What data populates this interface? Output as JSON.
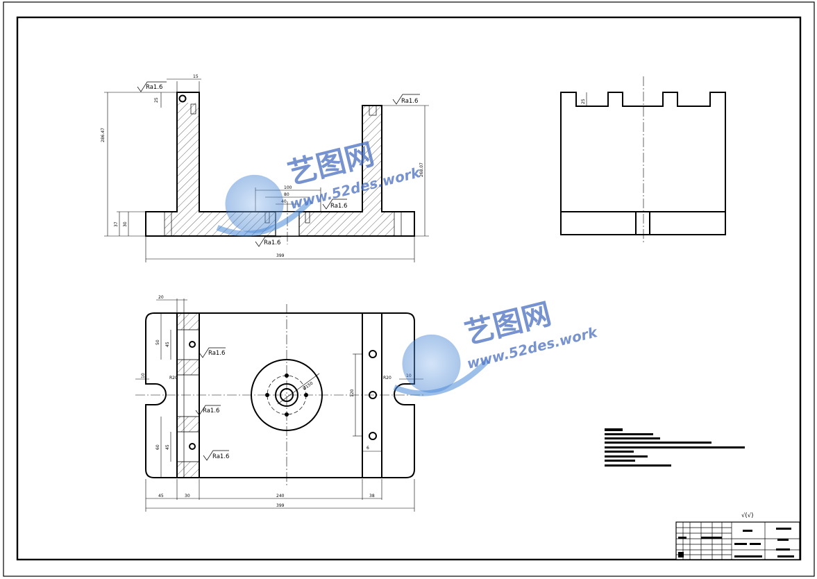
{
  "dimensions": {
    "front": {
      "top_width": "15",
      "left_height": "286.47",
      "right_height": "268.07",
      "base_outer": "37",
      "base_inner": "30",
      "center_span": "100",
      "center_mid": "80",
      "center_small": "40",
      "overall_width": "399",
      "depth_label": "25"
    },
    "side": {
      "slot_depth": "25"
    },
    "plan": {
      "top_callout": "20",
      "left_upper_outer": "50",
      "left_upper_inner": "45",
      "left_lower_outer": "60",
      "left_lower_inner": "45",
      "slot_width": "10",
      "slot_radius_left": "R20",
      "slot_radius_right": "R20",
      "right_span": "120",
      "right_small": "6",
      "right_slot": "10",
      "circle_diameter": "Ø150",
      "bottom_45": "45",
      "bottom_30": "30",
      "bottom_240": "240",
      "bottom_38": "38",
      "overall_width": "399"
    }
  },
  "roughness": {
    "front_top_left": "Ra1.6",
    "front_top_right": "Ra1.6",
    "front_center": "Ra1.6",
    "front_bottom": "Ra1.6",
    "plan_upper": "Ra1.6",
    "plan_middle": "Ra1.6",
    "plan_lower": "Ra1.6"
  },
  "watermark": {
    "brand_cn": "艺图网",
    "brand_url": "www.52des.work"
  },
  "title_block": {
    "general_roughness": "√(√)"
  }
}
